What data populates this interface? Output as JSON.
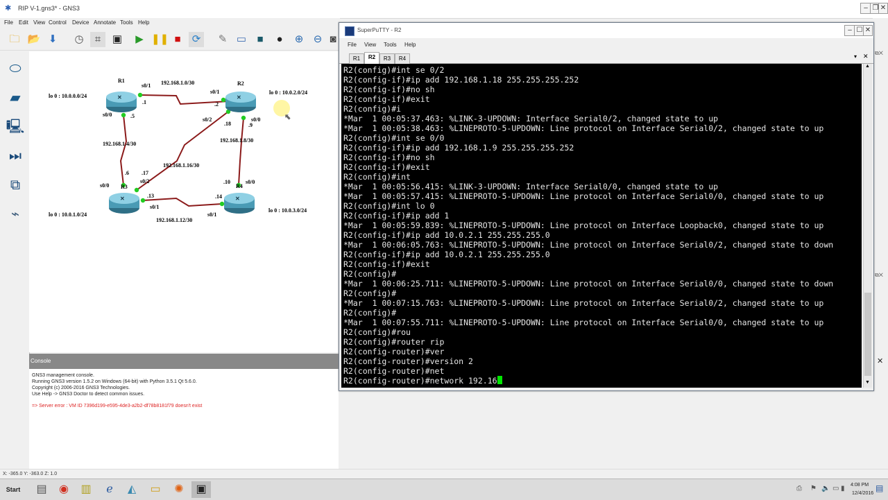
{
  "window": {
    "title": "RIP V-1.gns3* - GNS3"
  },
  "menu": [
    "File",
    "Edit",
    "View",
    "Control",
    "Device",
    "Annotate",
    "Tools",
    "Help"
  ],
  "toolbar_icons": [
    "new-project-icon",
    "open-project-icon",
    "save-project-icon",
    "snapshot-icon",
    "show-interface-labels-icon",
    "console-all-icon",
    "start-all-icon",
    "suspend-all-icon",
    "stop-all-icon",
    "reload-all-icon",
    "add-note-icon",
    "insert-picture-icon",
    "draw-rectangle-icon",
    "draw-ellipse-icon",
    "zoom-in-icon",
    "zoom-out-icon",
    "screenshot-icon"
  ],
  "devices_panel": [
    "router-icon",
    "switch-icon",
    "end-device-icon",
    "security-device-icon",
    "all-devices-icon",
    "add-link-icon"
  ],
  "topology": {
    "routers": [
      {
        "name": "R1",
        "loopback": "lo 0 : 10.0.0.0/24"
      },
      {
        "name": "R2",
        "loopback": "lo 0 : 10.0.2.0/24"
      },
      {
        "name": "R3",
        "loopback": "lo 0 : 10.0.1.0/24"
      },
      {
        "name": "R4",
        "loopback": "lo 0 : 10.0.3.0/24"
      }
    ],
    "networks": [
      "192.168.1.0/30",
      "192.168.1.4/30",
      "192.168.1.8/30",
      "192.168.1.12/30",
      "192.168.1.16/30"
    ],
    "labels": {
      "r1_s01": "s0/1",
      "r1_s00": "s0/0",
      "r1_dot1": ".1",
      "r1_dot5": ".5",
      "r2_s01": "s0/1",
      "r2_s02": "s0/2",
      "r2_s00": "s0/0",
      "r2_dot2": ".2",
      "r2_dot18": ".18",
      "r2_dot9": ".9",
      "r3_s00": "s0/0",
      "r3_s02": "s0/2",
      "r3_s01": "s0/1",
      "r3_dot6": ".6",
      "r3_dot17": ".17",
      "r3_dot13": ".13",
      "r4_s00": "s0/0",
      "r4_s01": "s0/1",
      "r4_dot10": ".10",
      "r4_dot14": ".14"
    }
  },
  "console": {
    "title": "Console",
    "lines": [
      "GNS3 management console.",
      "Running GNS3 version 1.5.2 on Windows (64-bit) with Python 3.5.1 Qt 5.6.0.",
      "Copyright (c) 2006-2016 GNS3 Technologies.",
      "Use Help -> GNS3 Doctor to detect common issues."
    ],
    "error": "=> Server error : VM ID 7396d199-e595-4de3-a2b2-df78b8181f79 doesn't exist"
  },
  "status": {
    "coords": "X: -365.0 Y: -363.0 Z: 1.0"
  },
  "putty": {
    "title": "SuperPuTTY - R2",
    "menu": [
      "File",
      "View",
      "Tools",
      "Help"
    ],
    "tabs": [
      "R1",
      "R2",
      "R3",
      "R4"
    ],
    "active_tab": "R2",
    "terminal_lines": [
      "R2(config)#int se 0/2",
      "R2(config-if)#ip add 192.168.1.18 255.255.255.252",
      "R2(config-if)#no sh",
      "R2(config-if)#exit",
      "R2(config)#i",
      "*Mar  1 00:05:37.463: %LINK-3-UPDOWN: Interface Serial0/2, changed state to up",
      "*Mar  1 00:05:38.463: %LINEPROTO-5-UPDOWN: Line protocol on Interface Serial0/2, changed state to up",
      "R2(config)#int se 0/0",
      "R2(config-if)#ip add 192.168.1.9 255.255.255.252",
      "R2(config-if)#no sh",
      "R2(config-if)#exit",
      "R2(config)#int",
      "*Mar  1 00:05:56.415: %LINK-3-UPDOWN: Interface Serial0/0, changed state to up",
      "*Mar  1 00:05:57.415: %LINEPROTO-5-UPDOWN: Line protocol on Interface Serial0/0, changed state to up",
      "R2(config)#int lo 0",
      "R2(config-if)#ip add 1",
      "*Mar  1 00:05:59.839: %LINEPROTO-5-UPDOWN: Line protocol on Interface Loopback0, changed state to up",
      "R2(config-if)#ip add 10.0.2.1 255.255.255.0",
      "*Mar  1 00:06:05.763: %LINEPROTO-5-UPDOWN: Line protocol on Interface Serial0/2, changed state to down",
      "R2(config-if)#ip add 10.0.2.1 255.255.255.0",
      "R2(config-if)#exit",
      "R2(config)#",
      "*Mar  1 00:06:25.711: %LINEPROTO-5-UPDOWN: Line protocol on Interface Serial0/0, changed state to down",
      "R2(config)#",
      "*Mar  1 00:07:15.763: %LINEPROTO-5-UPDOWN: Line protocol on Interface Serial0/2, changed state to up",
      "R2(config)#",
      "*Mar  1 00:07:55.711: %LINEPROTO-5-UPDOWN: Line protocol on Interface Serial0/0, changed state to up",
      "R2(config)#rou",
      "R2(config)#router rip",
      "R2(config-router)#ver",
      "R2(config-router)#version 2",
      "R2(config-router)#net"
    ],
    "prompt_line": "R2(config-router)#network 192.16"
  },
  "taskbar": {
    "start": "Start",
    "apps": [
      "server-manager-icon",
      "chrome-icon",
      "file-icon",
      "ie-icon",
      "gns3-icon",
      "explorer-icon",
      "orange-app-icon",
      "terminal-icon"
    ],
    "time": "4:08 PM",
    "date": "12/4/2016"
  },
  "colors": {
    "link": "#8b1a1a",
    "port_up": "#22cc22",
    "terminal_bg": "#000000",
    "cursor": "#00e600"
  }
}
